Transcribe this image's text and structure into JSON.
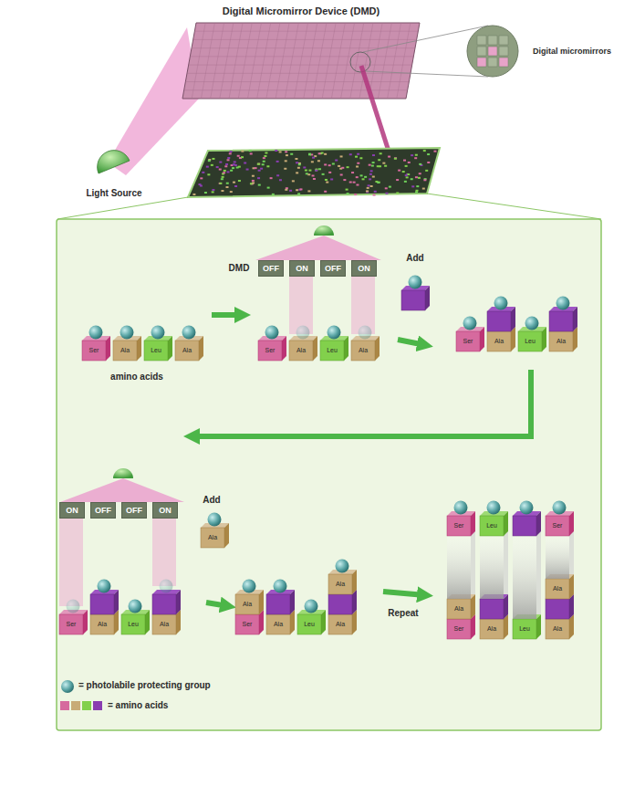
{
  "diagram": {
    "nodes": [
      {
        "text": [
          "OFF"
        ]
      },
      {
        "text": [
          "ON"
        ]
      },
      {
        "text": [
          "OFF"
        ]
      },
      {
        "text": [
          "ON"
        ]
      },
      {
        "text": [
          "ON"
        ]
      },
      {
        "text": [
          "OFF"
        ]
      },
      {
        "text": [
          "OFF"
        ]
      },
      {
        "text": [
          "ON"
        ]
      }
    ],
    "labels": [
      "Digital Micromirror Device (DMD)",
      "Digital micromirrors",
      "Light Source",
      "DMD",
      "Add",
      "Ser",
      "Ala",
      "Leu",
      "Ala",
      "amino acids",
      "Ser",
      "Ala",
      "Leu",
      "Ala",
      "Ser",
      "Ala",
      "Leu",
      "Ala",
      "Add",
      "Ala",
      "Ser",
      "Ala",
      "Leu",
      "Ala",
      "Ala",
      "Ser",
      "Ala",
      "Leu",
      "Ala",
      "Ala",
      "Repeat",
      "Ser",
      "Leu",
      "Ser",
      "Ala",
      "Ala",
      "Ser",
      "Ala",
      "Leu",
      "Ala"
    ],
    "legend": [
      {
        "text": "= photolabile protecting group"
      },
      {
        "text": "= amino acids"
      }
    ]
  }
}
